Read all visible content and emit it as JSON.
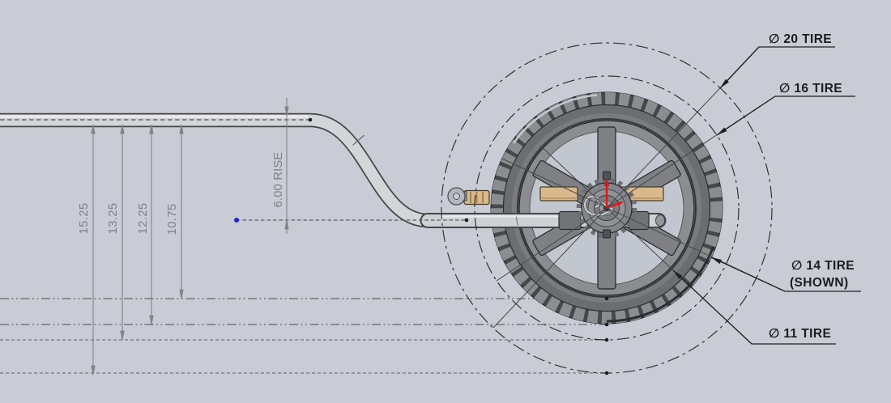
{
  "drawing": {
    "description": "CAD side view of a trailer tow arm and wheel showing alternate tire diameters",
    "height_dimensions": [
      {
        "value": "15.25"
      },
      {
        "value": "13.25"
      },
      {
        "value": "12.25"
      },
      {
        "value": "10.75"
      }
    ],
    "rise_dimension": "6.00 RISE",
    "tire_callouts": [
      {
        "label": "∅ 20 TIRE",
        "note": ""
      },
      {
        "label": "∅ 16 TIRE",
        "note": ""
      },
      {
        "label": "∅ 14 TIRE",
        "note": "(SHOWN)"
      },
      {
        "label": "∅ 11 TIRE",
        "note": ""
      }
    ],
    "colors": {
      "background": "#c9ccd4",
      "annotation_black": "#1e1f22",
      "dimension_gray": "#7d7f89",
      "origin_arrow_red": "#e21313",
      "reference_point_blue": "#2424cc",
      "hitch_block_tan": "#d9b98c"
    }
  }
}
